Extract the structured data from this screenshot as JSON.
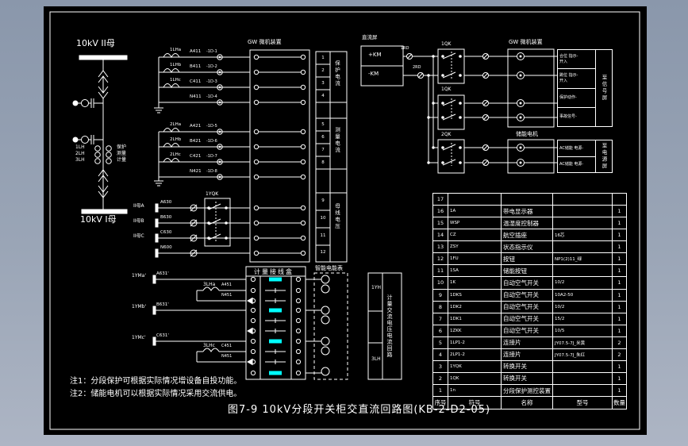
{
  "colors": {
    "bg_top": "#8a97ab",
    "bg_bottom": "#adb5c4",
    "canvas": "#000000",
    "line": "#ffffff",
    "accent": "#00ffff"
  },
  "drawing": {
    "title": "图7-9 10kV分段开关柜交直流回路图(KB-2-D2-05)",
    "notes": [
      "注1：分段保护可根据实际情况增设备自投功能。",
      "注2：储能电机可以根据实际情况采用交流供电。"
    ]
  },
  "single_line": {
    "bus_top": "10kV II母",
    "bus_bottom": "10kV I母",
    "ct_tags": [
      {
        "n": "1LH"
      },
      {
        "n": "2LH"
      },
      {
        "n": "3LH"
      }
    ],
    "ct_uses": [
      {
        "n": "保护"
      },
      {
        "n": "测量"
      },
      {
        "n": "计量"
      }
    ]
  },
  "ct_group1": {
    "cts": [
      {
        "n": "1LHa"
      },
      {
        "n": "1LHb"
      },
      {
        "n": "1LHc"
      }
    ],
    "wires": [
      {
        "n": "A411"
      },
      {
        "n": "B411"
      },
      {
        "n": "C411"
      },
      {
        "n": "N411"
      }
    ],
    "terms": [
      {
        "n": "-1D-1"
      },
      {
        "n": "-1D-2"
      },
      {
        "n": "-1D-3"
      },
      {
        "n": "-1D-4"
      }
    ]
  },
  "ct_group2": {
    "cts": [
      {
        "n": "2LHa"
      },
      {
        "n": "2LHb"
      },
      {
        "n": "2LHc"
      }
    ],
    "wires": [
      {
        "n": "A421"
      },
      {
        "n": "B421"
      },
      {
        "n": "C421"
      },
      {
        "n": "N421"
      }
    ],
    "terms": [
      {
        "n": "-1D-5"
      },
      {
        "n": "-1D-6"
      },
      {
        "n": "-1D-7"
      },
      {
        "n": "-1D-8"
      }
    ]
  },
  "device": {
    "label": "GW 微机装置"
  },
  "strip": {
    "g1": [
      {
        "n": "1"
      },
      {
        "n": "2"
      },
      {
        "n": "3"
      },
      {
        "n": "4"
      }
    ],
    "g2": [
      {
        "n": "5"
      },
      {
        "n": "6"
      },
      {
        "n": "7"
      },
      {
        "n": "8"
      }
    ],
    "g3": [
      {
        "n": "9"
      },
      {
        "n": "10"
      },
      {
        "n": "11"
      },
      {
        "n": "12"
      }
    ],
    "names": [
      "保护电流",
      "测量电流",
      "母线电压"
    ]
  },
  "vt": {
    "phases": [
      {
        "n": "II母A"
      },
      {
        "n": "II母B"
      },
      {
        "n": "II母C"
      }
    ],
    "wires": [
      {
        "n": "A630"
      },
      {
        "n": "B630"
      },
      {
        "n": "C630"
      },
      {
        "n": "N600"
      }
    ],
    "switch_label": "1YQK"
  },
  "dc": {
    "panel": "直流屏",
    "bus_pos": "+KM",
    "bus_neg": "-KM",
    "fuse1": "1RD",
    "fuse2": "2RD",
    "switches": [
      {
        "n": "1QK"
      },
      {
        "n": "1QK"
      },
      {
        "n": "2QK"
      }
    ],
    "motor_label": "储能电机",
    "table_top": {
      "rows": [
        {
          "t": "合位 指示-",
          "s": "开入"
        },
        {
          "t": "跳位 指示-",
          "s": "开入"
        },
        {
          "t": "保护动作-",
          "s": ""
        },
        {
          "t": "事故信号-",
          "s": ""
        }
      ],
      "dest": "至信号屏"
    },
    "table_bottom": {
      "rows": [
        {
          "t": "AC储能 电源-",
          "s": ""
        },
        {
          "t": "AC储能 电源-",
          "s": ""
        }
      ],
      "dest": "至电源屏"
    }
  },
  "metering": {
    "box_title": "计量接线盒",
    "meter_label": "智能电能表",
    "v_labels": [
      {
        "n": "1YMa'"
      },
      {
        "n": "1YMb'"
      },
      {
        "n": "1YMc'"
      }
    ],
    "v_wires": [
      {
        "n": "A631'"
      },
      {
        "n": "B631'"
      },
      {
        "n": "C631'"
      }
    ],
    "ct1": "3LHa",
    "ct2": "3LHc",
    "w1": "A451",
    "w2": "N451",
    "w3": "C451",
    "w4": "N451",
    "side": {
      "top": "1YH",
      "bottom": "3LH",
      "desc": "计量交流电压电流回路"
    }
  },
  "schedule": {
    "headers": {
      "no": "序号",
      "sym": "符号",
      "name": "名称",
      "type": "型号",
      "qty": "数量"
    },
    "rows": [
      {
        "no": "17",
        "sym": "",
        "name": "",
        "type": "",
        "qty": ""
      },
      {
        "no": "16",
        "sym": "1A",
        "name": "带电显示器",
        "type": "",
        "qty": "1"
      },
      {
        "no": "15",
        "sym": "WSP",
        "name": "温湿度控制器",
        "type": "",
        "qty": "1"
      },
      {
        "no": "14",
        "sym": "CZ",
        "name": "航空插座",
        "type": "16芯",
        "qty": "1"
      },
      {
        "no": "13",
        "sym": "ZSY",
        "name": "状态指示仪",
        "type": "",
        "qty": "1"
      },
      {
        "no": "12",
        "sym": "1FU",
        "name": "按钮",
        "type": "NP1(2)11_绿",
        "qty": "1"
      },
      {
        "no": "11",
        "sym": "1SA",
        "name": "储能按钮",
        "type": "",
        "qty": "1"
      },
      {
        "no": "10",
        "sym": "1K",
        "name": "自动空气开关",
        "type": "10/2",
        "qty": "1"
      },
      {
        "no": "9",
        "sym": "1DKS",
        "name": "自动空气开关",
        "type": "10A2-50",
        "qty": "1"
      },
      {
        "no": "8",
        "sym": "1DK2",
        "name": "自动空气开关",
        "type": "10/2",
        "qty": "1"
      },
      {
        "no": "7",
        "sym": "1DK1",
        "name": "自动空气开关",
        "type": "15/2",
        "qty": "1"
      },
      {
        "no": "6",
        "sym": "1ZKK",
        "name": "自动空气开关",
        "type": "10/5",
        "qty": "1"
      },
      {
        "no": "5",
        "sym": "1LP1-2",
        "name": "连接片",
        "type": "JY07.5-7J_米黄",
        "qty": "2"
      },
      {
        "no": "4",
        "sym": "2LP1-2",
        "name": "连接片",
        "type": "JY07.5-7J_朱红",
        "qty": "2"
      },
      {
        "no": "3",
        "sym": "1YQK",
        "name": "转换开关",
        "type": "",
        "qty": "1"
      },
      {
        "no": "2",
        "sym": "1QK",
        "name": "转换开关",
        "type": "",
        "qty": "1"
      },
      {
        "no": "1",
        "sym": "1n",
        "name": "分段保护测控装置",
        "type": "",
        "qty": "1"
      }
    ]
  }
}
